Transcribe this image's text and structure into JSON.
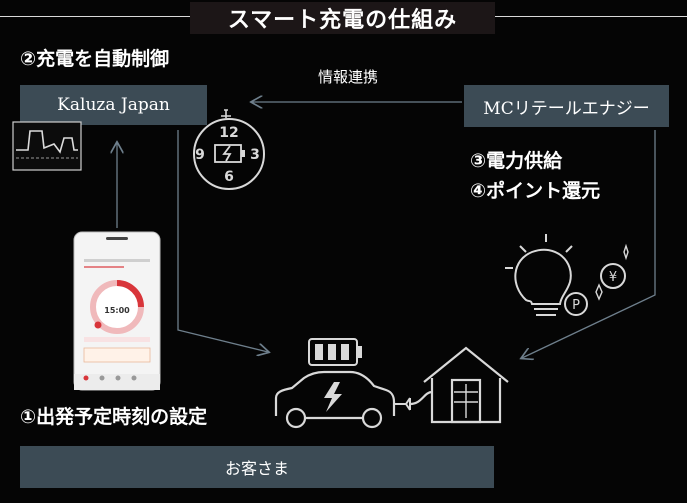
{
  "title": "スマート充電の仕組み",
  "steps": {
    "step2": "②充電を自動制御",
    "step3": "③電力供給",
    "step4": "④ポイント還元",
    "step1": "①出発予定時刻の設定"
  },
  "boxes": {
    "kaluza": "Kaluza Japan",
    "mc_energy": "MCリテールエナジー",
    "customer": "お客さま"
  },
  "arrow_label": "情報連携",
  "clock_numbers": {
    "top": "12",
    "left": "9",
    "right": "3",
    "bottom": "6"
  },
  "phone_app": {
    "charge_time": "15:00"
  },
  "colors": {
    "background": "#050505",
    "box_fill": "#3c4b55",
    "title_fill": "#1c1617",
    "line": "#6e7f8c",
    "icon_stroke": "#ffffff",
    "accent_red": "#d8353a"
  }
}
